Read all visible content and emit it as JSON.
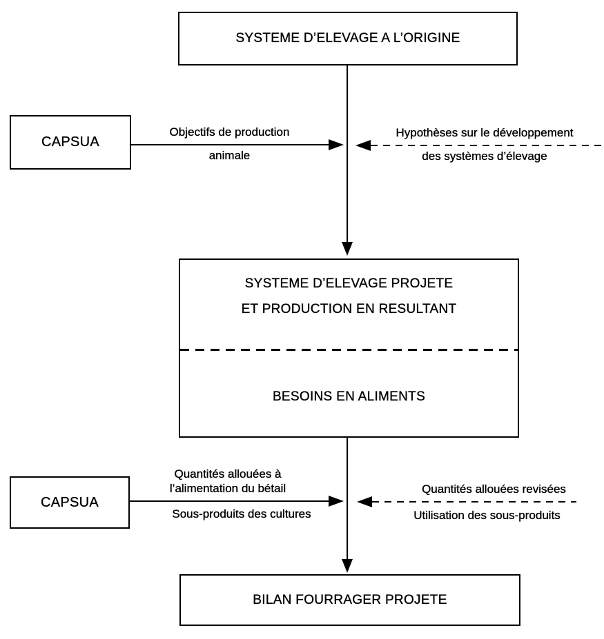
{
  "colors": {
    "background": "#ffffff",
    "ink": "#000000"
  },
  "nodes": {
    "origin": {
      "label": "SYSTEME D’ELEVAGE A L’ORIGINE"
    },
    "capsua_top": {
      "label": "CAPSUA"
    },
    "projected": {
      "title_line1": "SYSTEME D’ELEVAGE PROJETE",
      "title_line2": "ET PRODUCTION EN RESULTANT",
      "besoins_label": "BESOINS EN ALIMENTS"
    },
    "capsua_bottom": {
      "label": "CAPSUA"
    },
    "bilan": {
      "label": "BILAN FOURRAGER PROJETE"
    }
  },
  "arrows": {
    "objectifs": {
      "style": "solid",
      "direction": "right",
      "line1": "Objectifs de production",
      "line2": "animale"
    },
    "hypotheses": {
      "style": "dashed",
      "direction": "left",
      "line1": "Hypothèses sur le développement",
      "line2": "des systèmes d’élevage"
    },
    "quantites_allouees": {
      "style": "solid",
      "direction": "right",
      "line1": "Quantités allouées à",
      "line2": "l’alimentation du bétail",
      "line3": "Sous-produits des cultures"
    },
    "quantites_revisees": {
      "style": "dashed",
      "direction": "left",
      "line1": "Quantités allouées revisées",
      "line2": "Utilisation des sous-produits"
    }
  }
}
